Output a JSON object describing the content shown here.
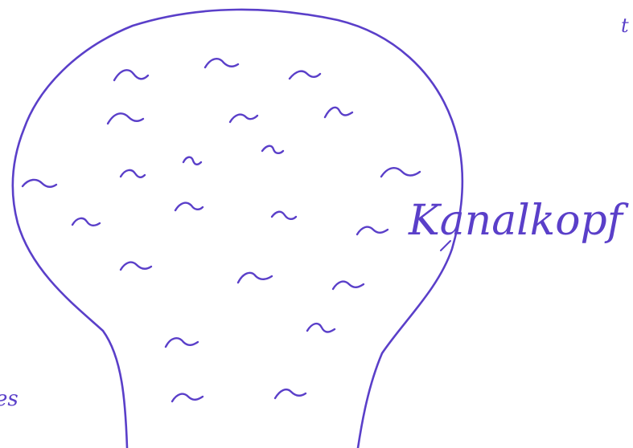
{
  "diagram": {
    "label": "Kanalkopf",
    "edge_fragment_left": "es",
    "edge_fragment_top_right": "t"
  },
  "colors": {
    "ink": "#5a3fc9",
    "paper": "#ffffff"
  }
}
